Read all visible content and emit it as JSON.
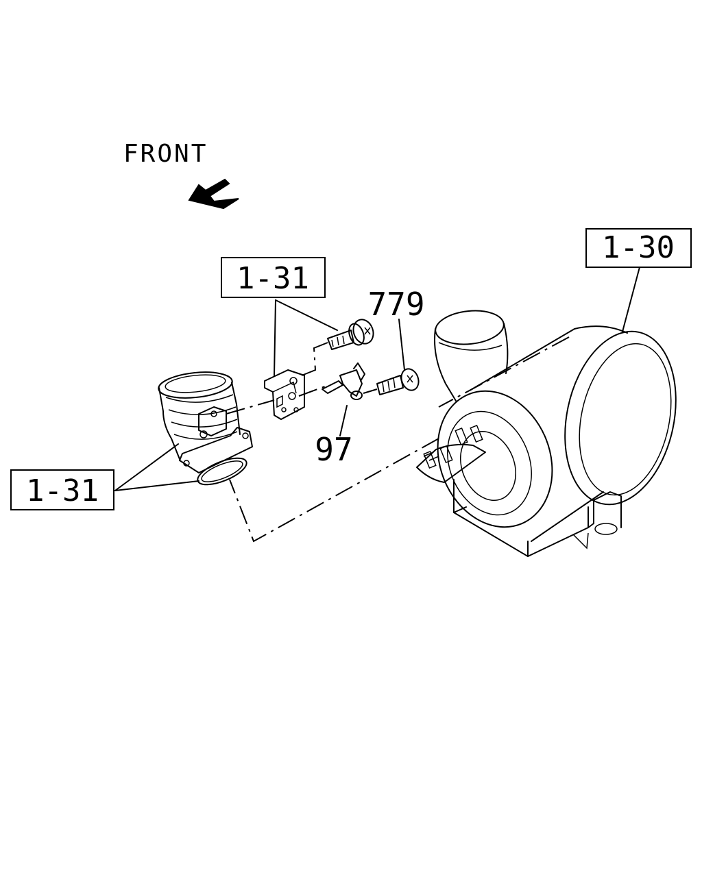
{
  "direction": {
    "text": "FRONT"
  },
  "callouts": {
    "air_cleaner": "1-30",
    "sensor_bracket": "1-31",
    "intake_duct": "1-31",
    "screw": "779",
    "clip": "97"
  }
}
